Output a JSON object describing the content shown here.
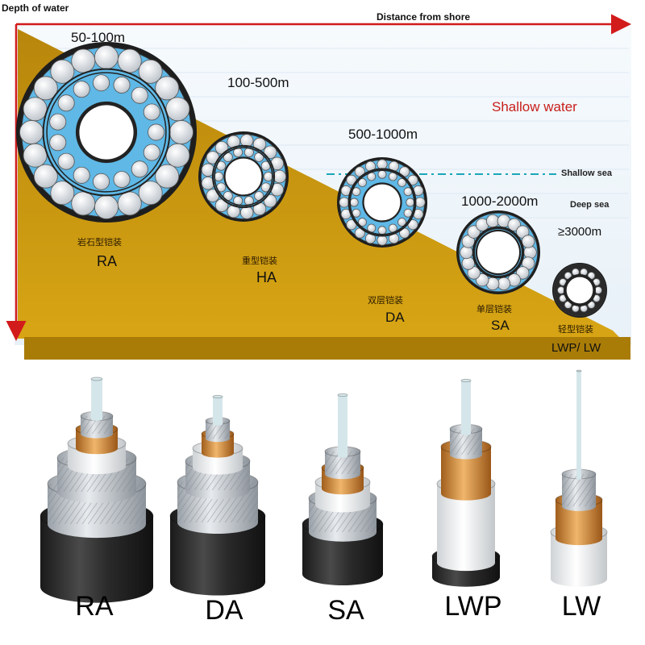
{
  "axes": {
    "y_label": "Depth of water",
    "x_label": "Distance from shore"
  },
  "zones": {
    "shallow_water": "Shallow water",
    "shallow_sea": "Shallow sea",
    "deep_sea": "Deep sea"
  },
  "cables": [
    {
      "depth": "50-100m",
      "cn": "岩石型铠装",
      "code": "RA"
    },
    {
      "depth": "100-500m",
      "cn": "重型铠装",
      "code": "HA"
    },
    {
      "depth": "500-1000m",
      "cn": "双层铠装",
      "code": "DA"
    },
    {
      "depth": "1000-2000m",
      "cn": "单层铠装",
      "code": "SA"
    },
    {
      "depth": "≥3000m",
      "cn": "轻型铠装",
      "code": "LWP/ LW"
    }
  ],
  "products": [
    {
      "label": "RA"
    },
    {
      "label": "DA"
    },
    {
      "label": "SA"
    },
    {
      "label": "LWP"
    },
    {
      "label": "LW"
    }
  ],
  "colors": {
    "seabed": "#c9960f",
    "seabed_dark": "#a57a08",
    "water": "#eef5fb",
    "arrow": "#d21b1b",
    "shallow_label": "#c8201c",
    "dash": "#1aa7b8",
    "wire_fill": "#d9dee4",
    "gap_blue": "#5fb8e6",
    "copper": "#c98a3a",
    "jacket_black": "#2b2b2b",
    "aluminium": "#c7ccd1"
  }
}
